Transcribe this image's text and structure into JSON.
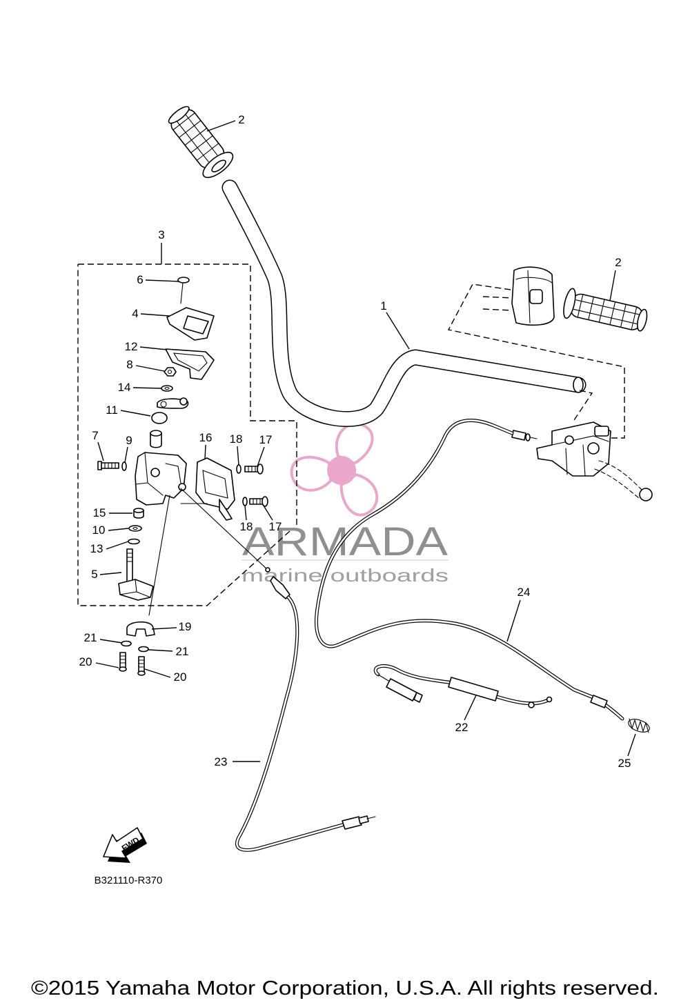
{
  "callouts": [
    "2",
    "3",
    "6",
    "4",
    "12",
    "8",
    "14",
    "11",
    "7",
    "9",
    "16",
    "18",
    "17",
    "15",
    "10",
    "13",
    "5",
    "18",
    "17",
    "1",
    "2",
    "19",
    "21",
    "21",
    "20",
    "20",
    "24",
    "22",
    "25",
    "23"
  ],
  "fwd_label": "FWD",
  "diagram_code": "B321110-R370",
  "copyright": "©2015 Yamaha Motor Corporation, U.S.A. All rights reserved.",
  "watermark": {
    "brand": "ARMADA",
    "tagline": "marine outboards",
    "logo_color": "#e9a3c9",
    "text_color": "#8a8a8a"
  }
}
